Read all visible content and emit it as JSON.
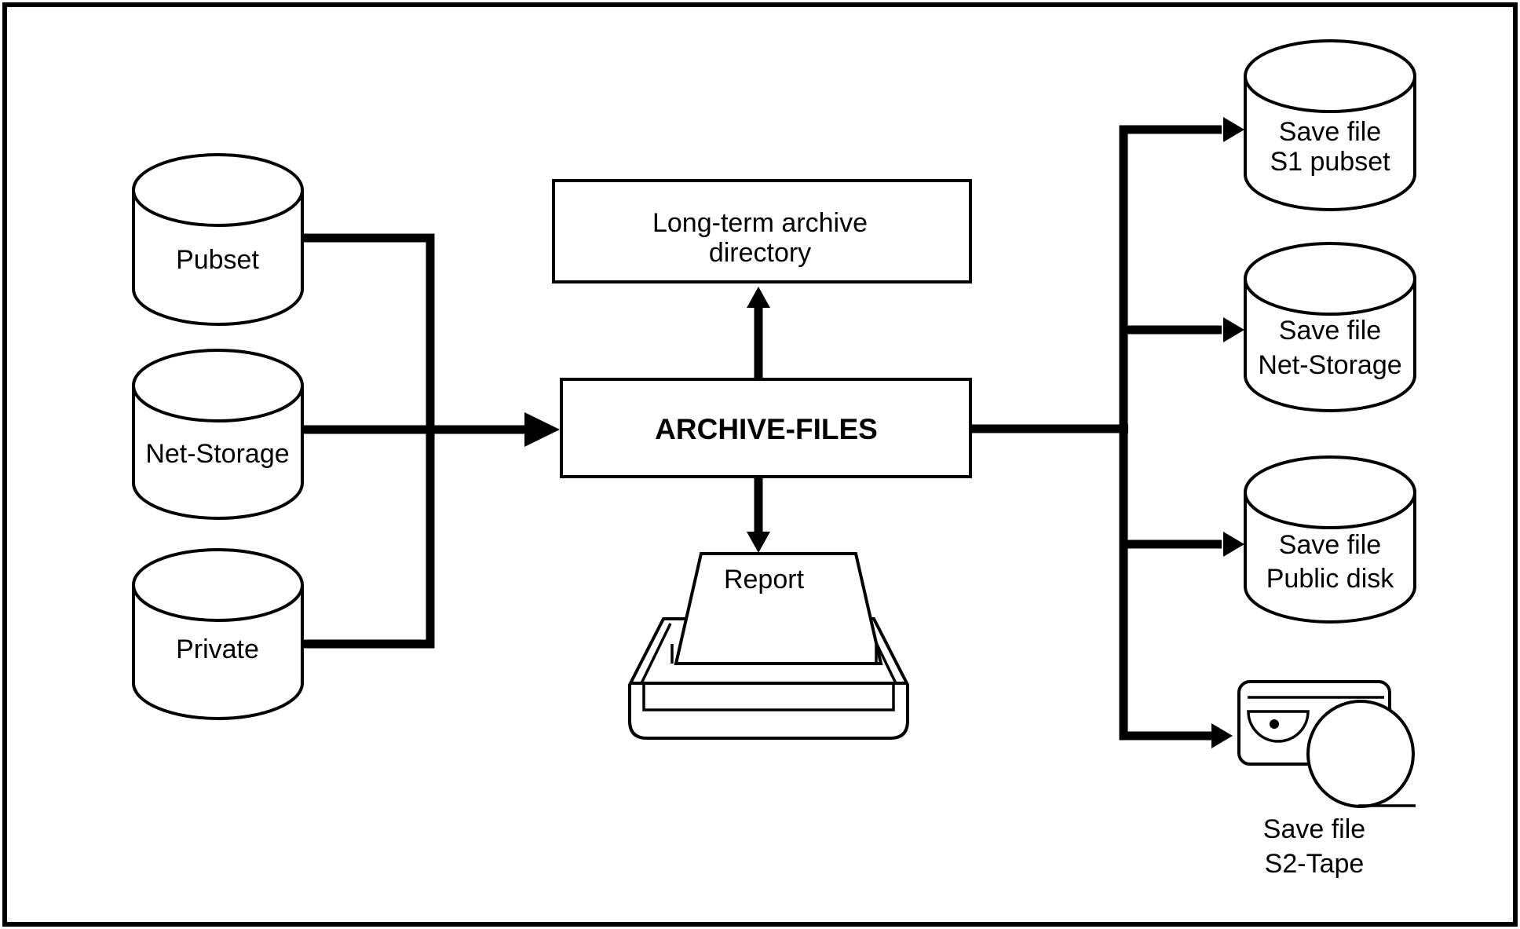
{
  "diagram": {
    "sources": [
      {
        "label": "Pubset"
      },
      {
        "label": "Net-Storage"
      },
      {
        "label": "Private"
      }
    ],
    "directory_box": {
      "line1": "Long-term archive",
      "line2": "directory"
    },
    "archive_box": {
      "label": "ARCHIVE-FILES"
    },
    "report": {
      "label": "Report"
    },
    "destinations": [
      {
        "line1": "Save file",
        "line2": "S1 pubset"
      },
      {
        "line1": "Save file",
        "line2": "Net-Storage"
      },
      {
        "line1": "Save file",
        "line2": "Public disk"
      },
      {
        "line1": "Save file",
        "line2": "S2-Tape"
      }
    ],
    "colors": {
      "ink": "#000000",
      "background": "#ffffff"
    }
  }
}
